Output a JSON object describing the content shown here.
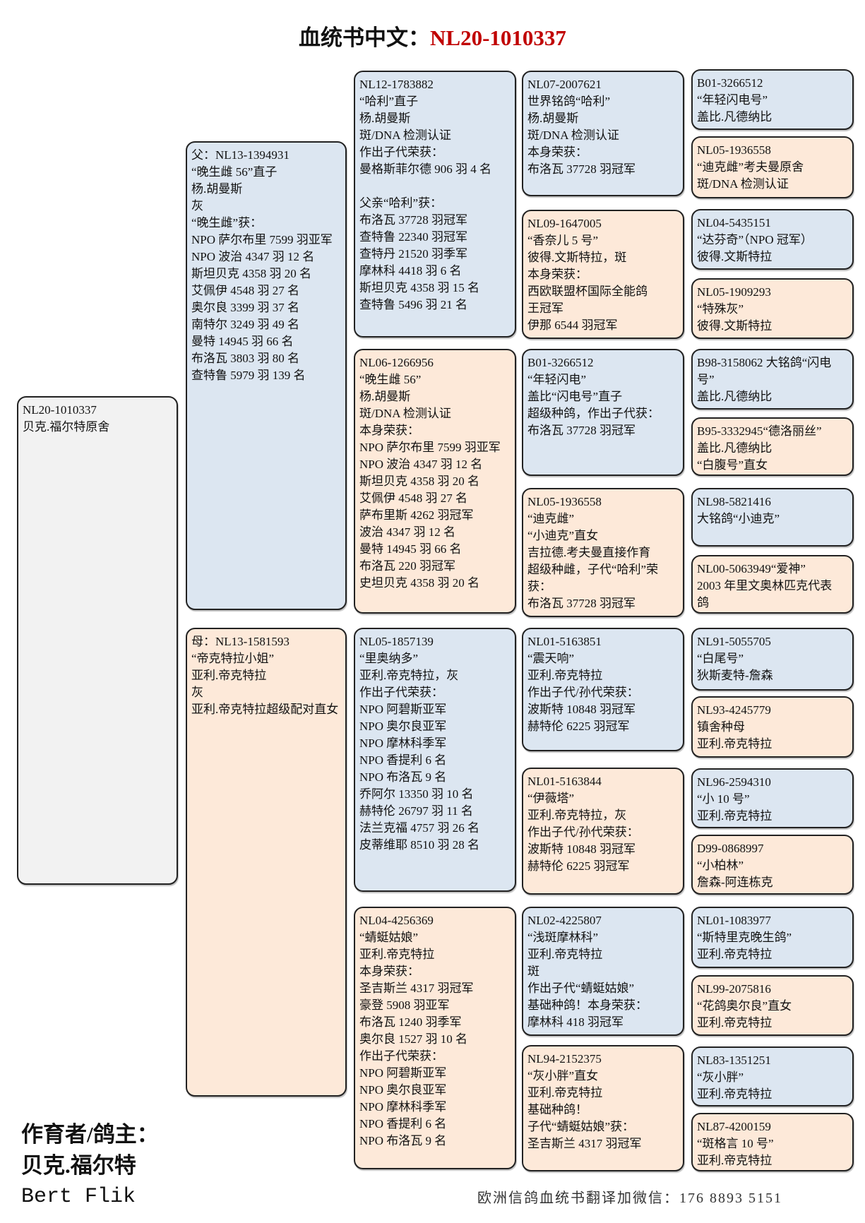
{
  "title": {
    "prefix": "血统书中文：",
    "ring": "NL20-1010337"
  },
  "boxes": {
    "subject": {
      "color": "gray",
      "lines": [
        "NL20-1010337",
        "贝克.福尔特原舍"
      ]
    },
    "sire": {
      "color": "blue",
      "lines": [
        "父：NL13-1394931",
        "“晚生雌 56”直子",
        "杨.胡曼斯",
        "灰",
        "“晚生雌”获：",
        "NPO 萨尔布里 7599 羽亚军",
        "NPO 波治 4347 羽 12 名",
        "斯坦贝克 4358 羽 20 名",
        "艾佩伊 4548 羽 27 名",
        "奥尔良 3399 羽 37 名",
        "南特尔 3249 羽 49 名",
        "曼特 14945 羽 66 名",
        "布洛瓦 3803 羽 80 名",
        "查特鲁 5979 羽 139 名"
      ]
    },
    "dam": {
      "color": "peach",
      "lines": [
        "母：NL13-1581593",
        "“帝克特拉小姐”",
        "亚利.帝克特拉",
        "灰",
        "亚利.帝克特拉超级配对直女"
      ]
    },
    "ss": {
      "color": "blue",
      "lines": [
        "NL12-1783882",
        "“哈利”直子",
        "杨.胡曼斯",
        "斑/DNA 检测认证",
        "作出子代荣获：",
        "曼格斯菲尔德 906 羽 4 名",
        "",
        "父亲“哈利”获：",
        "布洛瓦 37728 羽冠军",
        "查特鲁 22340 羽冠军",
        "查特丹 21520 羽季军",
        "摩林科 4418 羽 6 名",
        "斯坦贝克 4358 羽 15 名",
        "查特鲁 5496 羽 21 名"
      ]
    },
    "sd": {
      "color": "peach",
      "lines": [
        "NL06-1266956",
        "“晚生雌 56”",
        "杨.胡曼斯",
        "斑/DNA 检测认证",
        "本身荣获：",
        "NPO 萨尔布里 7599 羽亚军",
        "NPO 波治 4347 羽 12 名",
        "斯坦贝克 4358 羽 20 名",
        "艾佩伊 4548 羽 27 名",
        "萨布里斯 4262 羽冠军",
        "波治 4347 羽 12 名",
        "曼特 14945 羽 66 名",
        "布洛瓦 220 羽冠军",
        "史坦贝克 4358 羽 20 名"
      ]
    },
    "ds": {
      "color": "blue",
      "lines": [
        "NL05-1857139",
        "“里奥纳多”",
        "亚利.帝克特拉，灰",
        "作出子代荣获：",
        "NPO 阿碧斯亚军",
        "NPO 奥尔良亚军",
        "NPO 摩林科季军",
        "NPO 香提利 6 名",
        "NPO 布洛瓦 9 名",
        "乔阿尔 13350 羽 10 名",
        "赫特伦 26797 羽 11 名",
        "法兰克福 4757 羽 26 名",
        "皮蒂维耶 8510 羽 28 名"
      ]
    },
    "dd": {
      "color": "peach",
      "lines": [
        "NL04-4256369",
        "“蜻蜓姑娘”",
        "亚利.帝克特拉",
        "本身荣获：",
        "圣吉斯兰 4317 羽冠军",
        "豪登 5908 羽亚军",
        "布洛瓦 1240 羽季军",
        "奥尔良 1527 羽 10 名",
        "作出子代荣获：",
        "NPO 阿碧斯亚军",
        "NPO 奥尔良亚军",
        "NPO 摩林科季军",
        "NPO 香提利 6 名",
        "NPO 布洛瓦 9 名"
      ]
    },
    "sss": {
      "color": "blue",
      "lines": [
        "NL07-2007621",
        "世界铭鸽“哈利”",
        "杨.胡曼斯",
        "斑/DNA 检测认证",
        "本身荣获：",
        "布洛瓦 37728 羽冠军"
      ]
    },
    "ssd": {
      "color": "peach",
      "lines": [
        "NL09-1647005",
        "“香奈儿 5 号”",
        "彼得.文斯特拉，斑",
        "本身荣获：",
        "西欧联盟杯国际全能鸽",
        "王冠军",
        "伊那 6544 羽冠军"
      ]
    },
    "sds": {
      "color": "blue",
      "lines": [
        "B01-3266512",
        "“年轻闪电”",
        "盖比“闪电号”直子",
        "超级种鸽，作出子代获：",
        "布洛瓦 37728 羽冠军"
      ]
    },
    "sdd": {
      "color": "peach",
      "lines": [
        "NL05-1936558",
        "“迪克雌”",
        "“小迪克”直女",
        "吉拉德.考夫曼直接作育",
        "超级种雌，子代“哈利”荣",
        "获：",
        "布洛瓦 37728 羽冠军"
      ]
    },
    "dss": {
      "color": "blue",
      "lines": [
        "NL01-5163851",
        "“震天响”",
        "亚利.帝克特拉",
        "作出子代/孙代荣获：",
        "波斯特 10848 羽冠军",
        "赫特伦 6225 羽冠军"
      ]
    },
    "dsd": {
      "color": "peach",
      "lines": [
        "NL01-5163844",
        "“伊薇塔”",
        "亚利.帝克特拉，灰",
        "作出子代/孙代荣获：",
        "波斯特 10848 羽冠军",
        "赫特伦 6225 羽冠军"
      ]
    },
    "dds": {
      "color": "blue",
      "lines": [
        "NL02-4225807",
        "“浅斑摩林科”",
        "亚利.帝克特拉",
        "斑",
        "作出子代“蜻蜓姑娘”",
        "基础种鸽！本身荣获：",
        "摩林科 418 羽冠军"
      ]
    },
    "ddd": {
      "color": "peach",
      "lines": [
        "NL94-2152375",
        "“灰小胖”直女",
        "亚利.帝克特拉",
        "基础种鸽！",
        "子代“蜻蜓姑娘”获：",
        "圣吉斯兰 4317 羽冠军"
      ]
    },
    "g1": {
      "color": "blue",
      "lines": [
        "B01-3266512",
        "“年轻闪电号”",
        "盖比.凡德纳比"
      ]
    },
    "g2": {
      "color": "peach",
      "lines": [
        "NL05-1936558",
        "“迪克雌”考夫曼原舍",
        "斑/DNA 检测认证"
      ]
    },
    "g3": {
      "color": "blue",
      "lines": [
        "NL04-5435151",
        "“达芬奇”（NPO 冠军）",
        "彼得.文斯特拉"
      ]
    },
    "g4": {
      "color": "peach",
      "lines": [
        "NL05-1909293",
        "“特殊灰”",
        "彼得.文斯特拉"
      ]
    },
    "g5": {
      "color": "blue",
      "lines": [
        "B98-3158062 大铭鸽“闪电",
        "号”",
        "盖比.凡德纳比"
      ]
    },
    "g6": {
      "color": "peach",
      "lines": [
        "B95-3332945“德洛丽丝”",
        "盖比.凡德纳比",
        "“白腹号”直女"
      ]
    },
    "g7": {
      "color": "blue",
      "lines": [
        "NL98-5821416",
        "大铭鸽“小迪克”"
      ]
    },
    "g8": {
      "color": "peach",
      "lines": [
        "NL00-5063949“爱神”",
        "2003 年里文奥林匹克代表",
        "鸽"
      ]
    },
    "g9": {
      "color": "blue",
      "lines": [
        "NL91-5055705",
        "“白尾号”",
        "狄斯麦特-詹森"
      ]
    },
    "g10": {
      "color": "peach",
      "lines": [
        "NL93-4245779",
        "镇舍种母",
        "亚利.帝克特拉"
      ]
    },
    "g11": {
      "color": "blue",
      "lines": [
        "NL96-2594310",
        "“小 10 号”",
        "亚利.帝克特拉"
      ]
    },
    "g12": {
      "color": "peach",
      "lines": [
        "D99-0868997",
        "“小柏林”",
        "詹森-阿连栋克"
      ]
    },
    "g13": {
      "color": "blue",
      "lines": [
        "NL01-1083977",
        "“斯特里克晚生鸽”",
        "亚利.帝克特拉"
      ]
    },
    "g14": {
      "color": "peach",
      "lines": [
        "NL99-2075816",
        "“花鸽奥尔良”直女",
        "亚利.帝克特拉"
      ]
    },
    "g15": {
      "color": "blue",
      "lines": [
        "NL83-1351251",
        "“灰小胖”",
        "亚利.帝克特拉"
      ]
    },
    "g16": {
      "color": "peach",
      "lines": [
        "NL87-4200159",
        "“斑格言 10 号”",
        "亚利.帝克特拉"
      ]
    }
  },
  "breeder": {
    "label": "作育者/鸽主：",
    "name_cn": "贝克.福尔特",
    "name_en": "Bert Flik"
  },
  "footer": {
    "text": "欧洲信鸽血统书翻译加微信：176 8893 5151"
  }
}
